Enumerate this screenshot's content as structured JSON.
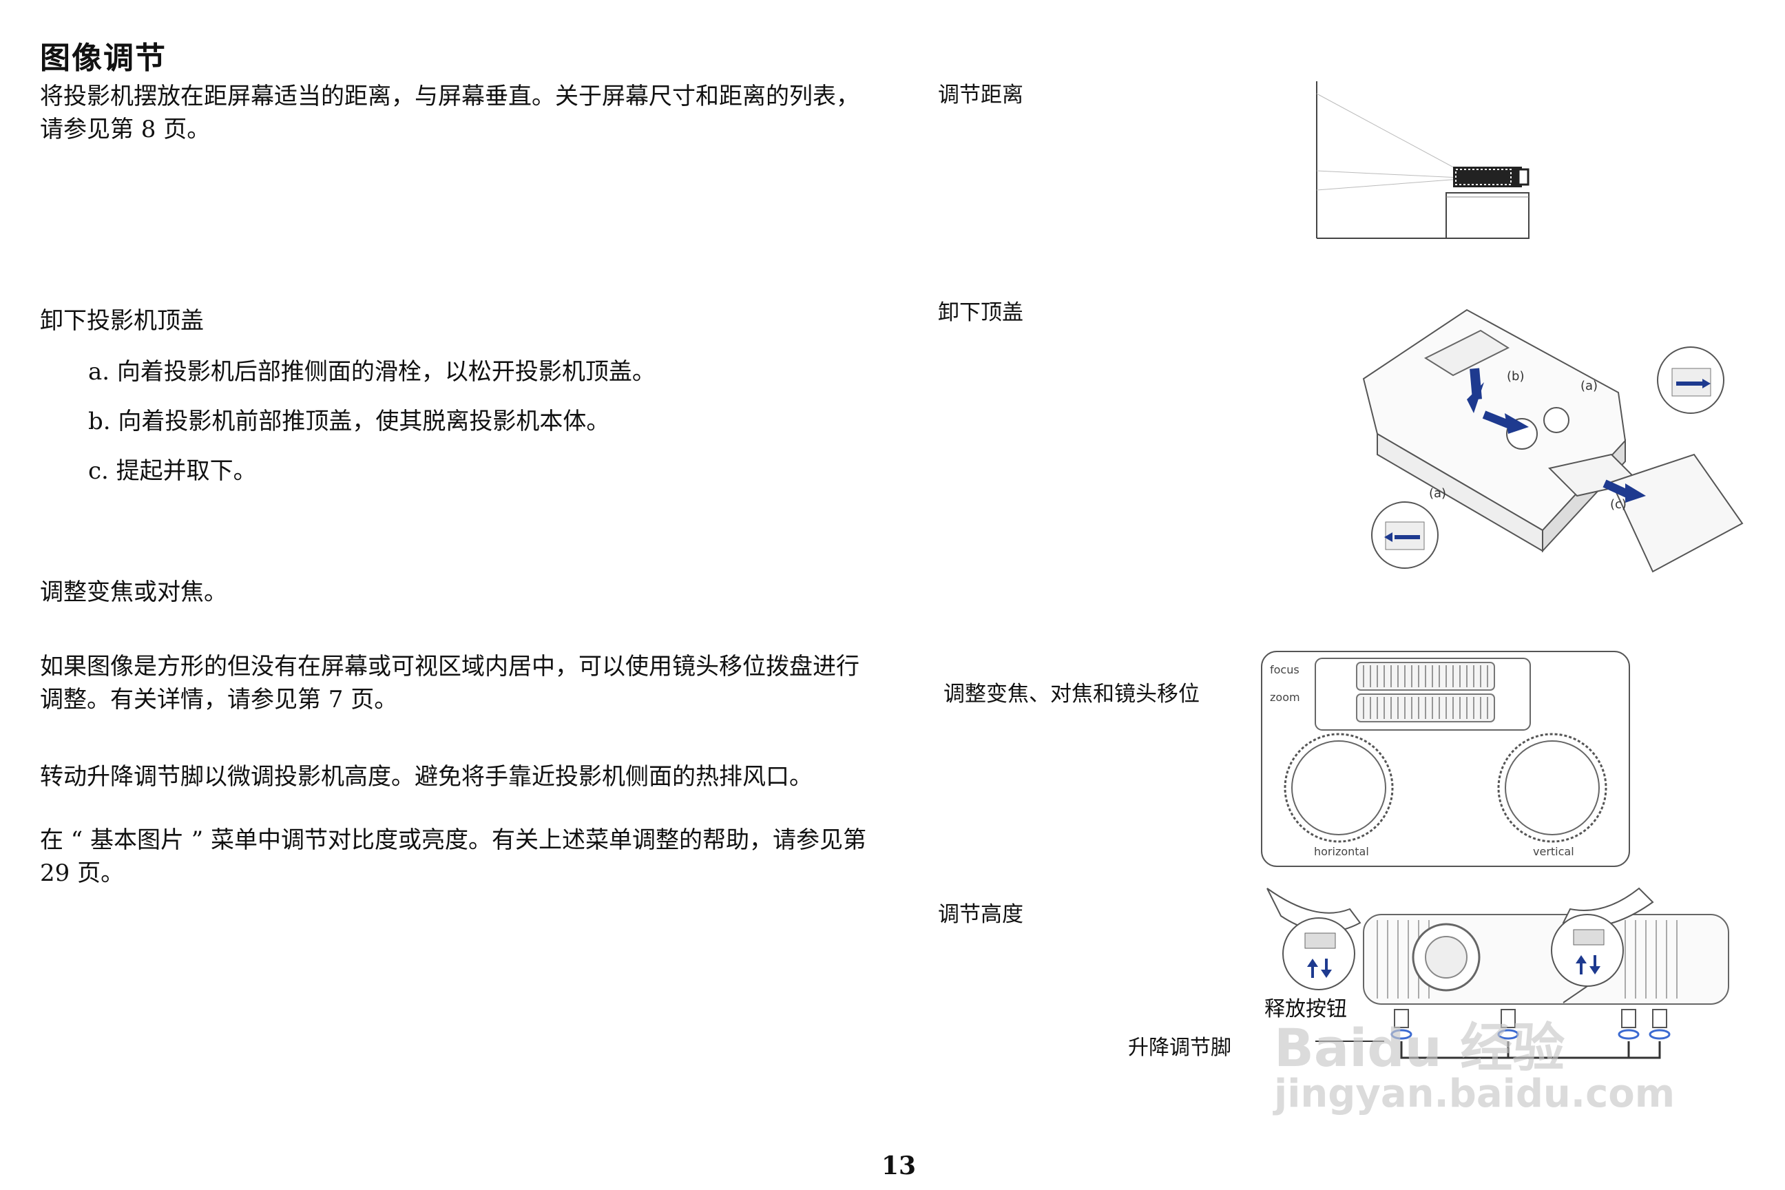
{
  "page": {
    "title": "图像调节",
    "page_number": "13"
  },
  "left": {
    "intro": "将投影机摆放在距屏幕适当的距离，与屏幕垂直。关于屏幕尺寸和距离的列表，请参见第 8 页。",
    "remove_cover_heading": "卸下投影机顶盖",
    "steps": [
      "a. 向着投影机后部推侧面的滑栓，以松开投影机顶盖。",
      "b. 向着投影机前部推顶盖，使其脱离投影机本体。",
      "c. 提起并取下。"
    ],
    "zoom_focus": "调整变焦或对焦。",
    "lens_shift": "如果图像是方形的但没有在屏幕或可视区域内居中，可以使用镜头移位拨盘进行调整。有关详情，请参见第 7 页。",
    "elevator_foot": "转动升降调节脚以微调投影机高度。避免将手靠近投影机侧面的热排风口。",
    "picture_menu": "在 “ 基本图片 ” 菜单中调节对比度或亮度。有关上述菜单调整的帮助，请参见第 29 页。"
  },
  "figures": {
    "distance_caption": "调节距离",
    "cover_caption": "卸下顶盖",
    "cover_labels": {
      "a": "(a)",
      "b": "(b)",
      "c": "(c)"
    },
    "lens_caption": "调整变焦、对焦和镜头移位",
    "lens_labels": {
      "focus": "focus",
      "zoom": "zoom",
      "horizontal": "horizontal",
      "vertical": "vertical"
    },
    "height_caption": "调节高度",
    "release_button": "释放按钮",
    "elevator_foot_label": "升降调节脚"
  },
  "watermark": {
    "line1": "Baidu 经验",
    "line2": "jingyan.baidu.com"
  },
  "colors": {
    "arrow_blue": "#1e3a8f",
    "line_gray": "#555555"
  }
}
